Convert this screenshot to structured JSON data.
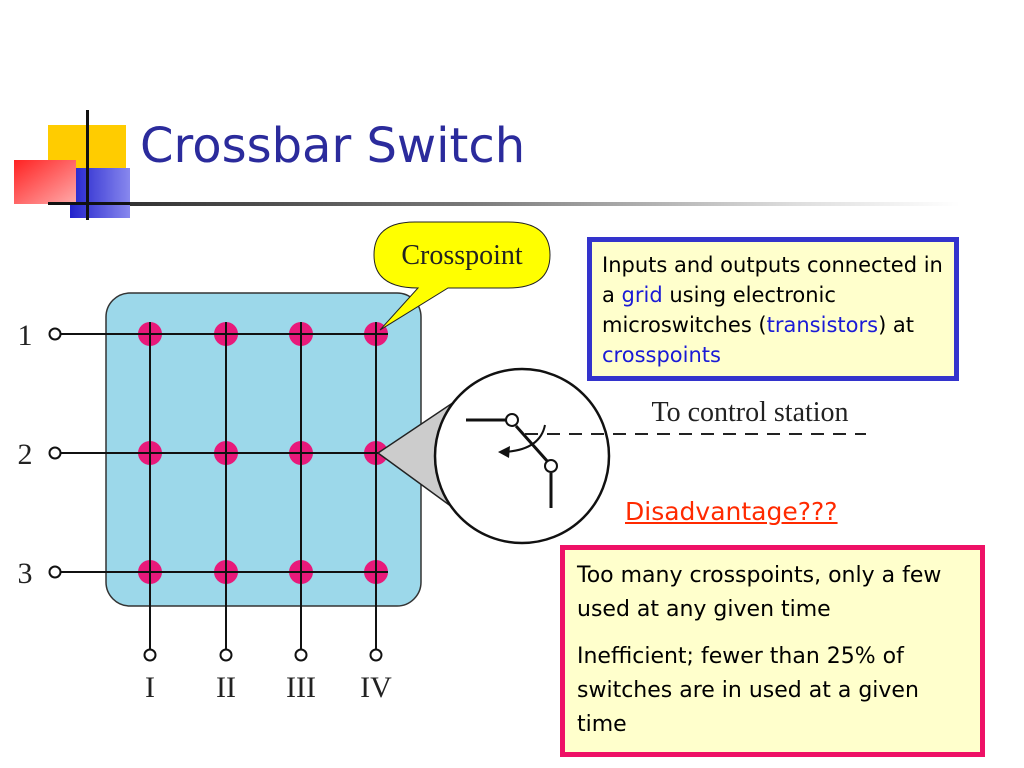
{
  "slide": {
    "title": "Crossbar Switch"
  },
  "diagram": {
    "callout_label": "Crosspoint",
    "input_labels": [
      "1",
      "2",
      "3"
    ],
    "output_labels": [
      "I",
      "II",
      "III",
      "IV"
    ],
    "control_label": "To control station",
    "colors": {
      "grid_fill": "#9cd8ea",
      "crosspoint_dot": "#e8197a",
      "callout_fill": "#ffff00",
      "zoom_wedge": "#cccccc"
    }
  },
  "info_box": {
    "t1": "Inputs and outputs connected in a ",
    "grid": "grid",
    "t2": " using electronic microswitches (",
    "transistors": "transistors",
    "t3": ") at ",
    "crosspoints": "crosspoints"
  },
  "disadvantage": {
    "heading": "Disadvantage???",
    "points": [
      "Too many crosspoints, only a few used at any given time",
      "Inefficient; fewer than 25% of switches are in used at a given time"
    ]
  }
}
